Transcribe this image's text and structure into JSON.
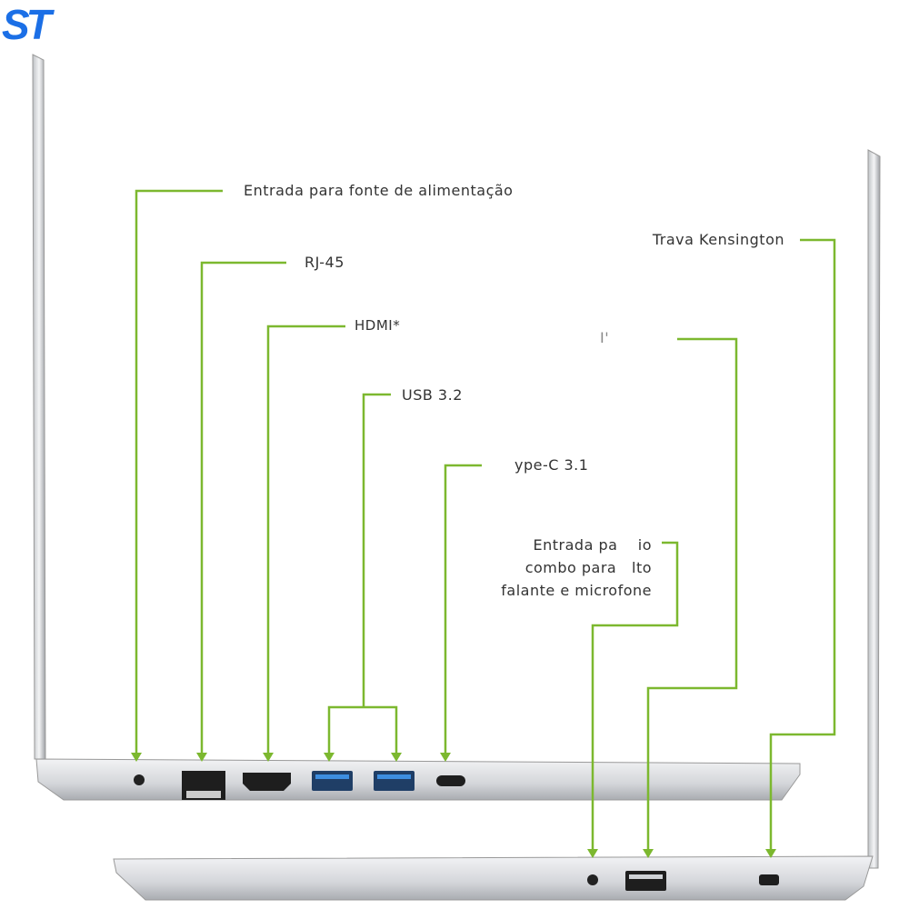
{
  "logo": "ST",
  "labels": {
    "power": "Entrada para fonte de alimentação",
    "rj45": "RJ-45",
    "hdmi": "HDMI*",
    "usb32": "USB 3.2",
    "usb_right": "I'",
    "typec": "ype-C 3.1",
    "audio_l1": "Entrada pa    io",
    "audio_l2": "combo para   lto",
    "audio_l3": "falante e microfone",
    "kensington": "Trava Kensington"
  },
  "colors": {
    "line": "#7cb82f",
    "usb_port": "#2f7fd6",
    "logo": "#1b6fe6"
  }
}
